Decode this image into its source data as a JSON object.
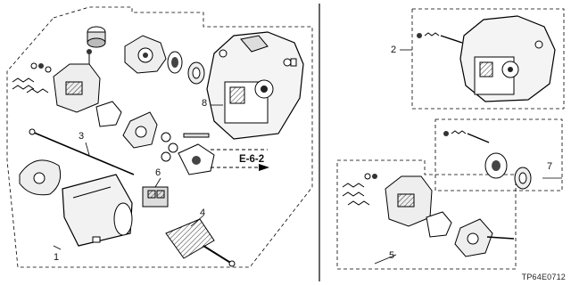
{
  "callouts": {
    "c1": "1",
    "c2": "2",
    "c3": "3",
    "c4": "4",
    "c5": "5",
    "c6": "6",
    "c7": "7",
    "c8": "8"
  },
  "reference": "E-6-2",
  "diagram_code": "TP64E0712",
  "icons": {
    "starter_motor_housing": "starter-housing-icon",
    "armature": "armature-icon",
    "yoke": "yoke-icon",
    "solenoid": "solenoid-icon",
    "brush_holder": "brush-holder-icon",
    "clutch": "clutch-icon"
  }
}
